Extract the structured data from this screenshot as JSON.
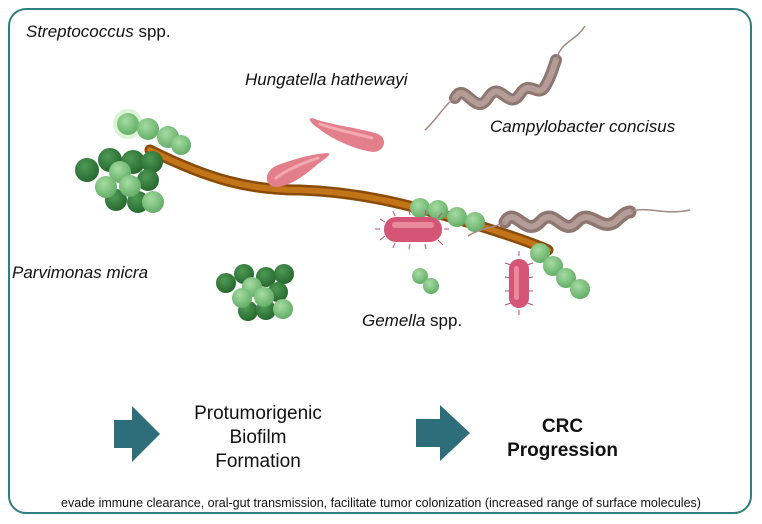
{
  "labels": {
    "streptococcus_genus": "Streptococcus",
    "streptococcus_suffix": " spp.",
    "hungatella": "Hungatella hathewayi",
    "campylobacter": "Campylobacter concisus",
    "parvimonas": "Parvimonas micra",
    "gemella_genus": "Gemella",
    "gemella_suffix": " spp."
  },
  "stage1": {
    "line1": "Protumorigenic",
    "line2": "Biofilm",
    "line3": "Formation"
  },
  "stage2": {
    "line1": "CRC",
    "line2": "Progression"
  },
  "footer": "evade immune clearance, oral-gut transmission, facilitate tumor colonization (increased range of surface molecules)",
  "colors": {
    "frame": "#2f7f7e",
    "arrow": "#2e6e7a",
    "filament": "#b5640f",
    "light_green": "#7ec27e",
    "dark_green": "#2f7a3a",
    "pink_rod": "#e07c86",
    "magenta_rod": "#cc4a6b",
    "spiral": "#a08a84"
  }
}
